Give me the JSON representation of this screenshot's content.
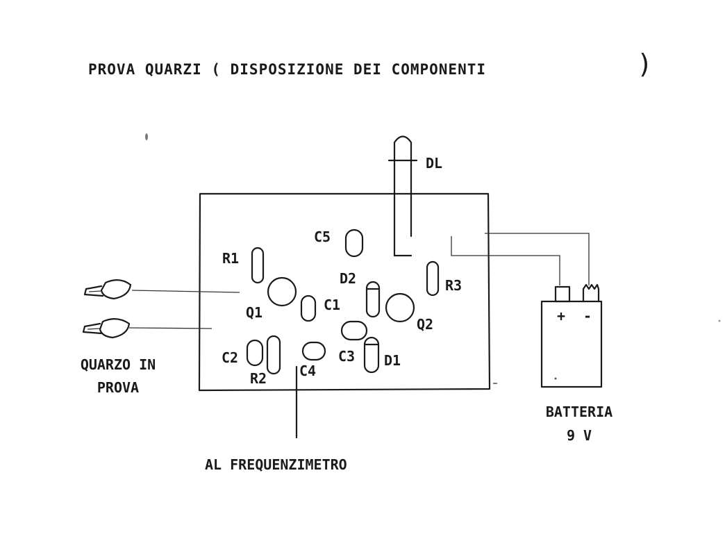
{
  "title": "PROVA QUARZI ( DISPOSIZIONE DEI COMPONENTI",
  "title_close": ")",
  "labels": {
    "dl": "DL",
    "c5": "C5",
    "r1": "R1",
    "d2": "D2",
    "r3": "R3",
    "q1": "Q1",
    "c1": "C1",
    "q2": "Q2",
    "c2": "C2",
    "c3": "C3",
    "d1": "D1",
    "r2": "R2",
    "c4": "C4",
    "plus": "+",
    "minus": "-"
  },
  "quartz_label": [
    "QUARZO IN",
    "PROVA"
  ],
  "battery_label": [
    "BATTERIA",
    "9 V"
  ],
  "frequency_meter_label": "AL FREQUENZIMETRO",
  "colors": {
    "ink": "#1a1a1a",
    "background": "#ffffff"
  }
}
